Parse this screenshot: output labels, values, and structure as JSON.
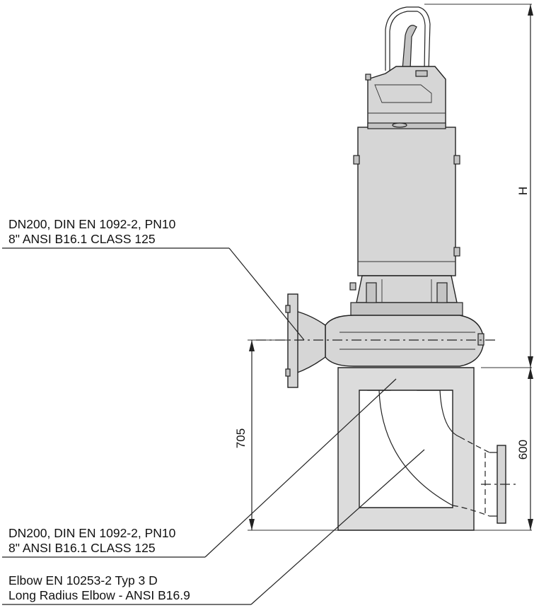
{
  "labels": {
    "discharge_flange_line1": "DN200, DIN EN 1092-2, PN10",
    "discharge_flange_line2": "8\" ANSI B16.1 CLASS 125",
    "bottom_flange_line1": "DN200, DIN EN 1092-2, PN10",
    "bottom_flange_line2": "8\" ANSI B16.1 CLASS 125",
    "elbow_line1": "Elbow EN 10253-2 Typ 3 D",
    "elbow_line2": "Long Radius Elbow - ANSI B16.9"
  },
  "dimensions": {
    "height": "H",
    "outlet_height": "705",
    "elbow_height": "600"
  }
}
